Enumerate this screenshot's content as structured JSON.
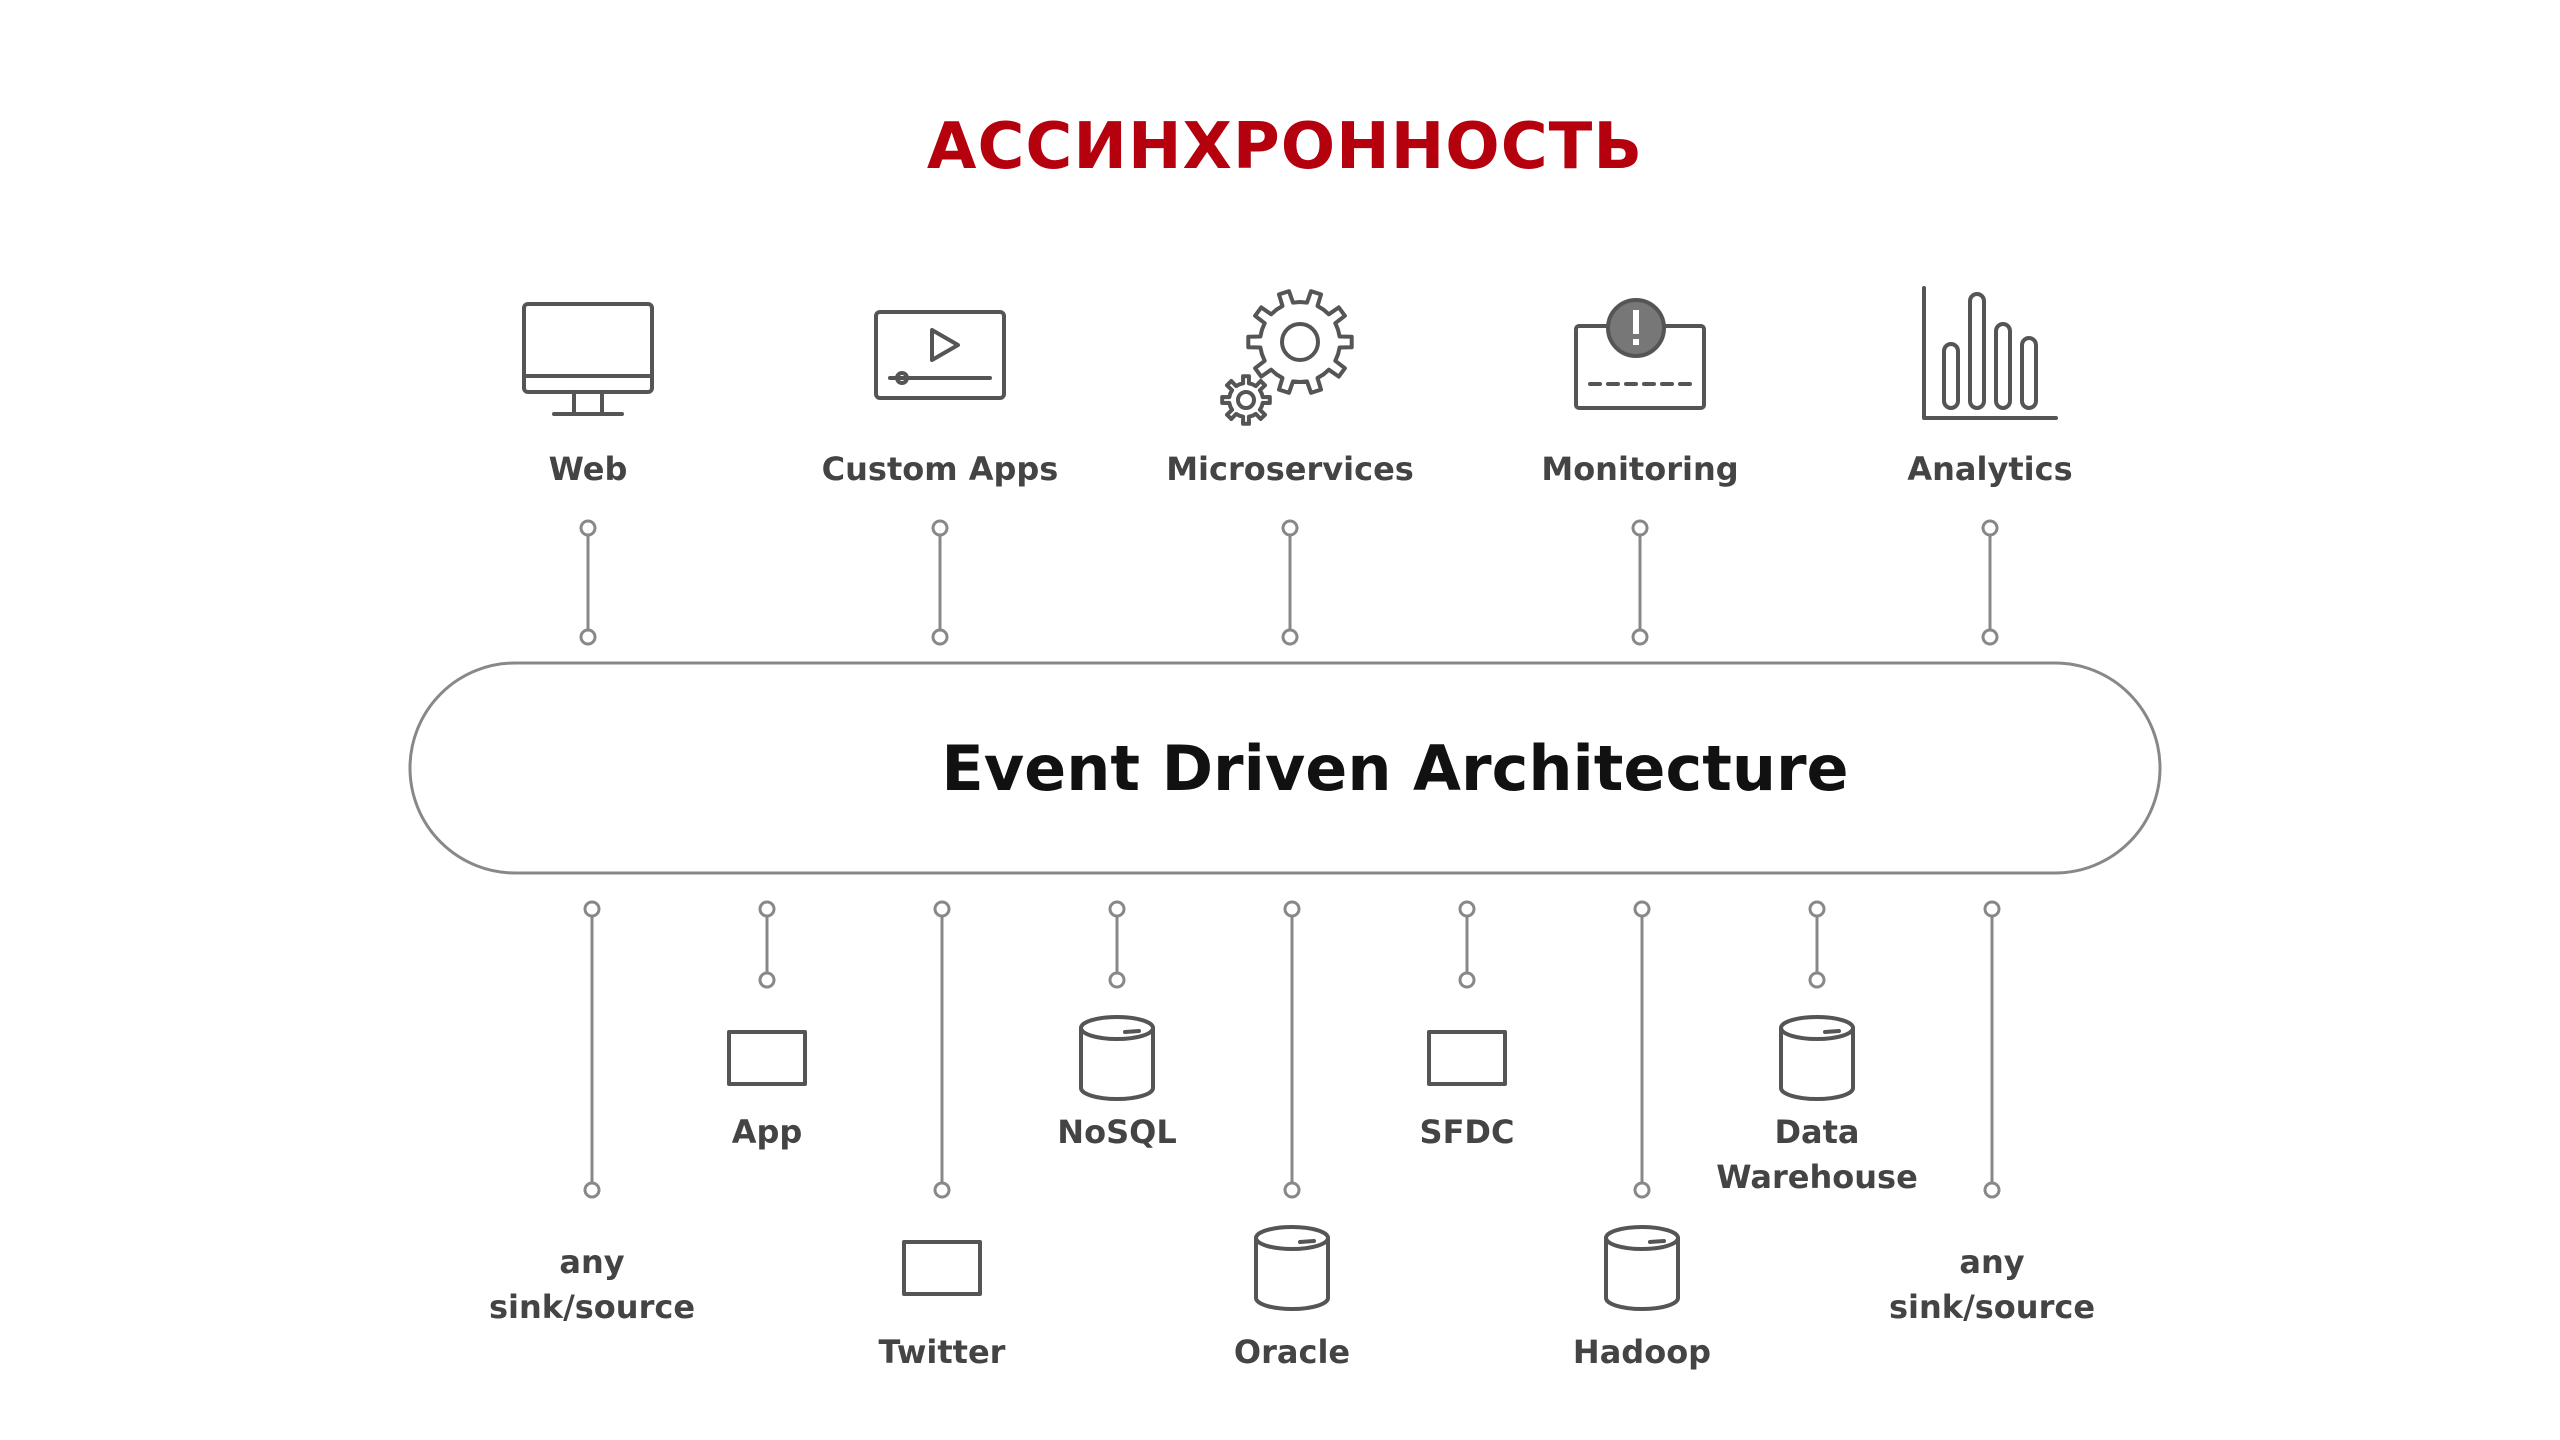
{
  "title": "АССИНХРОННОСТЬ",
  "bus": {
    "label": "Event Driven Architecture"
  },
  "colors": {
    "title": "#b5000e",
    "line": "#888888",
    "icon": "#555555",
    "text": "#444444",
    "bus_text": "#111111",
    "alert_fill": "#777777"
  },
  "top_items": [
    {
      "id": "web",
      "label": "Web",
      "icon": "monitor-icon"
    },
    {
      "id": "custom-apps",
      "label": "Custom Apps",
      "icon": "video-player-icon"
    },
    {
      "id": "microservices",
      "label": "Microservices",
      "icon": "gears-icon"
    },
    {
      "id": "monitoring",
      "label": "Monitoring",
      "icon": "alert-panel-icon"
    },
    {
      "id": "analytics",
      "label": "Analytics",
      "icon": "bar-chart-icon"
    }
  ],
  "bottom_items": [
    {
      "id": "any-sink-source-left",
      "lines": [
        "any",
        "sink/source"
      ],
      "icon": ""
    },
    {
      "id": "app",
      "lines": [
        "App"
      ],
      "icon": "box-icon"
    },
    {
      "id": "twitter",
      "lines": [
        "Twitter"
      ],
      "icon": "box-icon"
    },
    {
      "id": "nosql",
      "lines": [
        "NoSQL"
      ],
      "icon": "database-icon"
    },
    {
      "id": "oracle",
      "lines": [
        "Oracle"
      ],
      "icon": "database-icon"
    },
    {
      "id": "sfdc",
      "lines": [
        "SFDC"
      ],
      "icon": "box-icon"
    },
    {
      "id": "hadoop",
      "lines": [
        "Hadoop"
      ],
      "icon": "database-icon"
    },
    {
      "id": "data-warehouse",
      "lines": [
        "Data",
        "Warehouse"
      ],
      "icon": "database-icon"
    },
    {
      "id": "any-sink-source-right",
      "lines": [
        "any",
        "sink/source"
      ],
      "icon": ""
    }
  ]
}
